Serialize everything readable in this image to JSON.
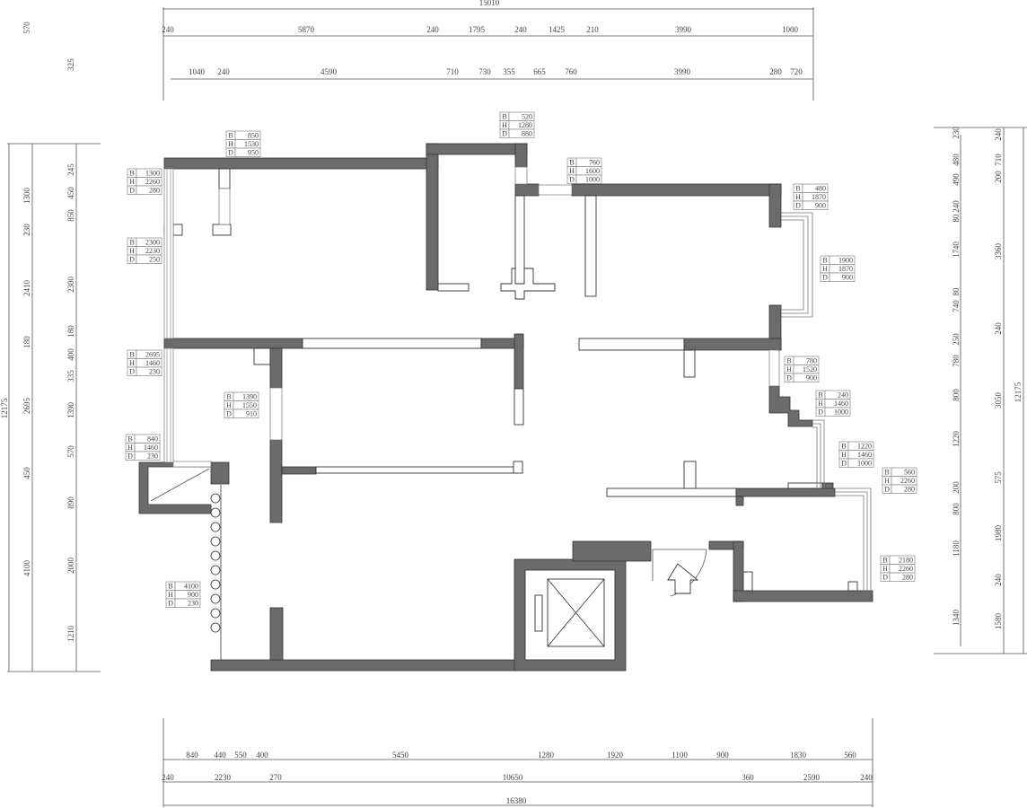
{
  "dimensions": {
    "top": {
      "total": "15010",
      "row1": [
        "240",
        "5870",
        "240",
        "1795",
        "240",
        "1425",
        "210",
        "3990",
        "1000"
      ],
      "row2": [
        "1040",
        "240",
        "4590",
        "710",
        "730",
        "355",
        "665",
        "760",
        "3990",
        "280",
        "720"
      ]
    },
    "left": {
      "total": "12175",
      "outer": [
        "570",
        "1300",
        "230",
        "2410",
        "180",
        "2695",
        "450",
        "4100"
      ],
      "inner": [
        "325",
        "245",
        "450",
        "850",
        "2300",
        "180",
        "400",
        "335",
        "1390",
        "570",
        "890",
        "2000",
        "1210"
      ]
    },
    "right": {
      "total": "12175",
      "inner": [
        "230",
        "480",
        "490",
        "240",
        "80",
        "1740",
        "80",
        "740",
        "250",
        "780",
        "800",
        "1220",
        "200",
        "800",
        "1180",
        "1340"
      ],
      "outer": [
        "240",
        "710",
        "200",
        "3360",
        "240",
        "3050",
        "575",
        "1980",
        "240",
        "1580"
      ]
    },
    "bottom": {
      "total": "16380",
      "row1": [
        "840",
        "440",
        "550",
        "400",
        "5450",
        "1280",
        "1920",
        "1100",
        "900",
        "1830",
        "560"
      ],
      "row2": [
        "240",
        "2230",
        "270",
        "10650",
        "360",
        "2590",
        "240"
      ]
    }
  },
  "tag_keys": [
    "B",
    "H",
    "D"
  ],
  "window_tags": [
    {
      "B": "850",
      "H": "1530",
      "D": "950"
    },
    {
      "B": "520",
      "H": "1280",
      "D": "880"
    },
    {
      "B": "760",
      "H": "1600",
      "D": "1000"
    },
    {
      "B": "1300",
      "H": "2260",
      "D": "280"
    },
    {
      "B": "2300",
      "H": "2230",
      "D": "250"
    },
    {
      "B": "480",
      "H": "1870",
      "D": "900"
    },
    {
      "B": "1900",
      "H": "1870",
      "D": "900"
    },
    {
      "B": "2695",
      "H": "1460",
      "D": "230"
    },
    {
      "B": "1390",
      "H": "1550",
      "D": "910"
    },
    {
      "B": "780",
      "H": "1520",
      "D": "900"
    },
    {
      "B": "240",
      "H": "1460",
      "D": "1000"
    },
    {
      "B": "840",
      "H": "1460",
      "D": "230"
    },
    {
      "B": "1220",
      "H": "1460",
      "D": "1000"
    },
    {
      "B": "560",
      "H": "2260",
      "D": "280"
    },
    {
      "B": "4100",
      "H": "900",
      "D": "230"
    },
    {
      "B": "2180",
      "H": "2260",
      "D": "280"
    }
  ],
  "colors": {
    "wall": "#6b6b6b",
    "line": "#333333"
  }
}
